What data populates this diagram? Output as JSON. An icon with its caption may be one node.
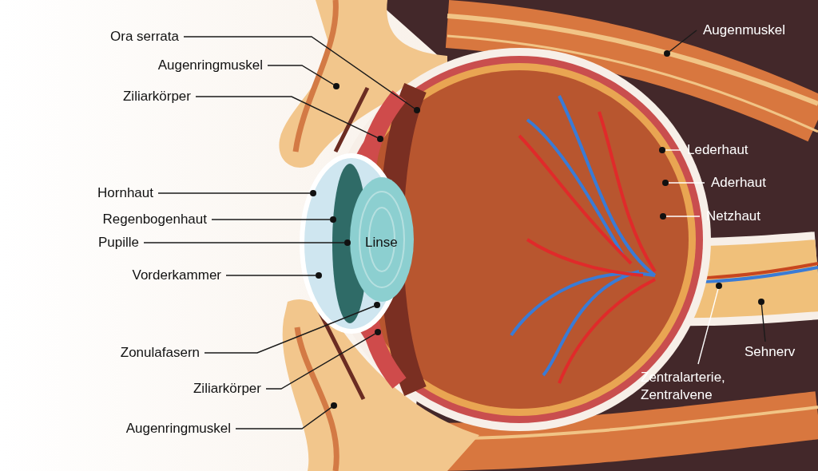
{
  "diagram": {
    "nodes": [
      {
        "text": [
          "Ora serrata"
        ]
      },
      {
        "text": [
          "Augenringmuskel"
        ]
      },
      {
        "text": [
          "Ziliarkörper"
        ]
      },
      {
        "text": [
          "Hornhaut"
        ]
      },
      {
        "text": [
          "Regenbogenhaut"
        ]
      },
      {
        "text": [
          "Pupille"
        ]
      },
      {
        "text": [
          "Vorderkammer"
        ]
      },
      {
        "text": [
          "Zonulafasern"
        ]
      },
      {
        "text": [
          "Ziliarkörper"
        ]
      },
      {
        "text": [
          "Augenringmuskel"
        ]
      },
      {
        "text": [
          "Augenmuskel"
        ]
      },
      {
        "text": [
          "Lederhaut"
        ]
      },
      {
        "text": [
          "Aderhaut"
        ]
      },
      {
        "text": [
          "Netzhaut"
        ]
      },
      {
        "text": [
          "Sehnerv"
        ]
      },
      {
        "text": [
          "Zentralarterie, Zentralvene"
        ]
      },
      {
        "text": [],
        "shape": "circle"
      },
      {
        "text": [],
        "shape": "circle"
      },
      {
        "text": [],
        "shape": "circle"
      },
      {
        "text": [],
        "shape": "circle"
      },
      {
        "text": [],
        "shape": "circle"
      },
      {
        "text": [],
        "shape": "circle"
      },
      {
        "text": [],
        "shape": "circle"
      },
      {
        "text": [],
        "shape": "circle"
      },
      {
        "text": [],
        "shape": "circle"
      },
      {
        "text": [],
        "shape": "circle"
      },
      {
        "text": [],
        "shape": "circle"
      },
      {
        "text": [],
        "shape": "circle"
      },
      {
        "text": [],
        "shape": "circle"
      },
      {
        "text": [],
        "shape": "circle"
      },
      {
        "text": [],
        "shape": "circle"
      },
      {
        "text": [],
        "shape": "circle"
      }
    ],
    "edges": [
      {
        "from": 0,
        "to": 16,
        "arrow": "none"
      },
      {
        "from": 1,
        "to": 17,
        "arrow": "none"
      },
      {
        "from": 2,
        "to": 18,
        "arrow": "none"
      },
      {
        "from": 3,
        "to": 19,
        "arrow": "none"
      },
      {
        "from": 4,
        "to": 20,
        "arrow": "none"
      },
      {
        "from": 5,
        "to": 21,
        "arrow": "none"
      },
      {
        "from": 6,
        "to": 22,
        "arrow": "none"
      },
      {
        "from": 7,
        "to": 23,
        "arrow": "none"
      },
      {
        "from": 8,
        "to": 24,
        "arrow": "none"
      },
      {
        "from": 9,
        "to": 25,
        "arrow": "none"
      },
      {
        "from": 10,
        "to": 26,
        "arrow": "none"
      },
      {
        "from": 11,
        "to": 27,
        "arrow": "none",
        "color": "#ffffff"
      },
      {
        "from": 12,
        "to": 28,
        "arrow": "none",
        "color": "#ffffff"
      },
      {
        "from": 13,
        "to": 29,
        "arrow": "none",
        "color": "#ffffff"
      },
      {
        "from": 14,
        "to": 30,
        "arrow": "none"
      },
      {
        "from": 15,
        "to": 31,
        "arrow": "none",
        "color": "#ffffff"
      }
    ],
    "labels": [
      "Linse"
    ]
  }
}
